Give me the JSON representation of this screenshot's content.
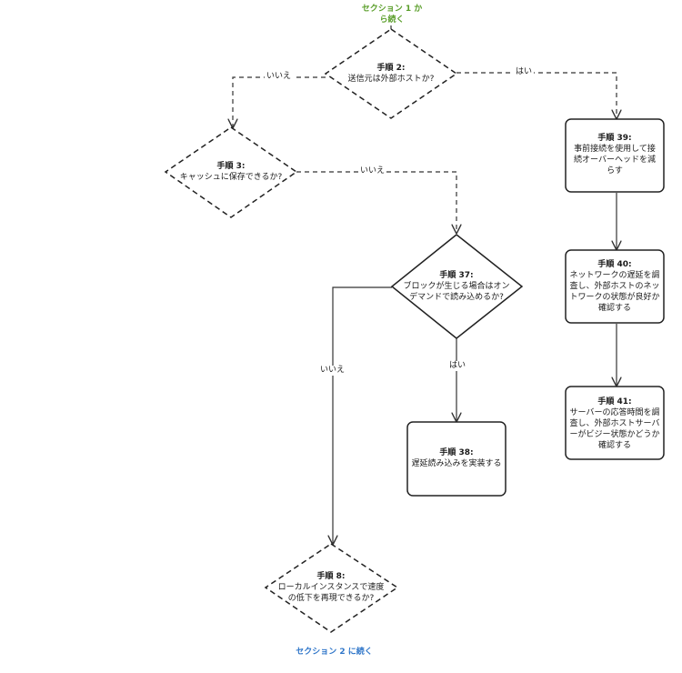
{
  "colors": {
    "start_connector": "#5a9e2a",
    "end_connector": "#2f76c9",
    "stroke": "#333333"
  },
  "connectors": {
    "start": "セクション 1 から続く",
    "end": "セクション 2 に続く"
  },
  "nodes": {
    "step2": {
      "shape": "diamond",
      "title": "手順 2:",
      "body": "送信元は外部ホストか?"
    },
    "step3": {
      "shape": "diamond",
      "title": "手順 3:",
      "body": "キャッシュに保存できるか?"
    },
    "step37": {
      "shape": "diamond",
      "title": "手順 37:",
      "body": "ブロックが生じる場合はオンデマンドで読み込めるか?"
    },
    "step8": {
      "shape": "diamond",
      "title": "手順 8:",
      "body": "ローカルインスタンスで速度の低下を再現できるか?"
    },
    "step39": {
      "shape": "box",
      "title": "手順 39:",
      "body": "事前接続を使用して接続オーバーヘッドを減らす"
    },
    "step40": {
      "shape": "box",
      "title": "手順 40:",
      "body": "ネットワークの遅延を調査し、外部ホストのネットワークの状態が良好か確認する"
    },
    "step41": {
      "shape": "box",
      "title": "手順 41:",
      "body": "サーバーの応答時間を調査し、外部ホストサーバーがビジー状態かどうか確認する"
    },
    "step38": {
      "shape": "box",
      "title": "手順 38:",
      "body": "遅延読み込みを実装する"
    }
  },
  "edges": {
    "step2_no": "いいえ",
    "step2_yes": "はい",
    "step3_no": "いいえ",
    "step37_yes": "はい",
    "step37_no": "いいえ"
  }
}
